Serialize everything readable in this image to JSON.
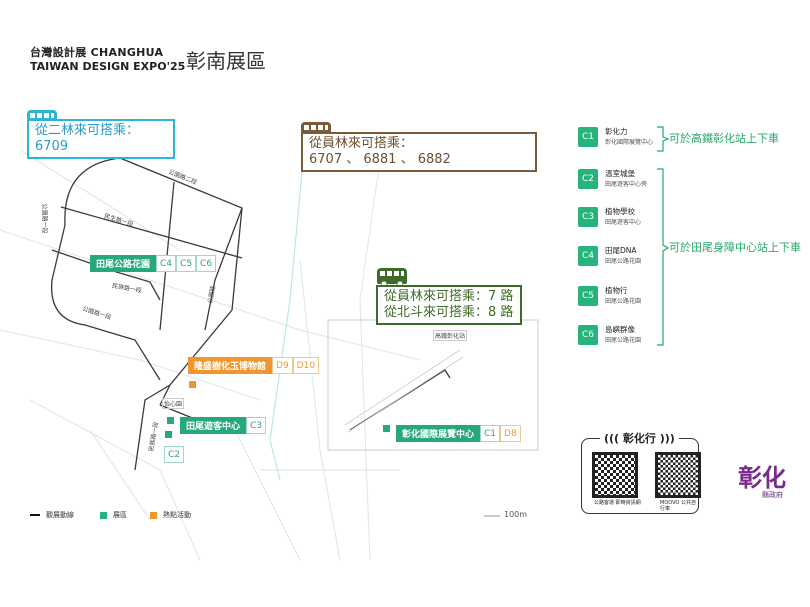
{
  "header": {
    "brand_line1": "台灣設計展 CHANGHUA",
    "brand_line2": "TAIWAN DESIGN EXPO'25",
    "region": "彰南展區"
  },
  "bus_boxes": [
    {
      "line1": "從二林來可搭乘：",
      "line2": "6709",
      "color": "#2bb3d9",
      "icon": "bus-icon"
    },
    {
      "line1": "從員林來可搭乘：",
      "line2": "6707 、 6881 、 6882",
      "color": "#7a5a38",
      "icon": "bus-icon"
    },
    {
      "line1": "從員林來可搭乘：7 路",
      "line2": "從北斗來可搭乘：8 路",
      "color": "#3f6b2a",
      "icon": "bus-icon"
    }
  ],
  "map_labels": {
    "tianwei_garden": {
      "name": "田尾公路花園",
      "codes": [
        "C4",
        "C5",
        "C6"
      ]
    },
    "museum": {
      "name": "隆盛樹化玉博物館",
      "codes": [
        "D9",
        "D10"
      ]
    },
    "visitor_center": {
      "name": "田尾遊客中心",
      "codes": [
        "C3"
      ]
    },
    "c2": "C2",
    "expo_center": {
      "name": "彰化國際展覽中心",
      "codes": [
        "C1",
        "D8"
      ]
    }
  },
  "roads": [
    "公園路二段",
    "民生路一段",
    "公園路一段",
    "民族路一段",
    "公園路一段",
    "公園路",
    "怡心園",
    "民族路一段",
    "高鐵彰化站"
  ],
  "stops": [
    {
      "code": "C1",
      "title": "彰化力",
      "sub": "彰化國際展覽中心"
    },
    {
      "code": "C2",
      "title": "溫室城堡",
      "sub": "田尾遊客中心旁"
    },
    {
      "code": "C3",
      "title": "植物學校",
      "sub": "田尾遊客中心"
    },
    {
      "code": "C4",
      "title": "田尾DNA",
      "sub": "田尾公路花園"
    },
    {
      "code": "C5",
      "title": "植物行",
      "sub": "田尾公路花園"
    },
    {
      "code": "C6",
      "title": "島嶼群像",
      "sub": "田尾公路花園"
    }
  ],
  "notes": {
    "hsr": "可於高鐵彰化站上下車",
    "tianwei": "可於田尾身障中心站上下車"
  },
  "legend": [
    {
      "label": "觀展動線",
      "color": "#111111"
    },
    {
      "label": "展區",
      "color": "#26b47c"
    },
    {
      "label": "熱點活動",
      "color": "#f0962e"
    }
  ],
  "scale": "100m",
  "qr_panel": {
    "title": "彰化行",
    "qr1_caption": "公路客運 即時資訊網",
    "qr2_caption": "MOOVO 公共自行車"
  },
  "logo": {
    "text": "彰化",
    "sub": "縣政府"
  },
  "colors": {
    "exhibit": "#26b47c",
    "hotspot": "#f0962e"
  }
}
